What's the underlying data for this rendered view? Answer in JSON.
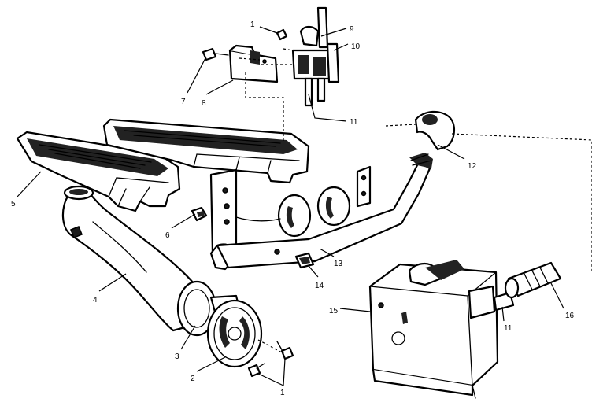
{
  "callouts": [
    {
      "key": "c1a",
      "text": "1"
    },
    {
      "key": "c7",
      "text": "7"
    },
    {
      "key": "c8",
      "text": "8"
    },
    {
      "key": "c9",
      "text": "9"
    },
    {
      "key": "c10",
      "text": "10"
    },
    {
      "key": "c11a",
      "text": "11"
    },
    {
      "key": "c12",
      "text": "12"
    },
    {
      "key": "c5",
      "text": "5"
    },
    {
      "key": "c6",
      "text": "6"
    },
    {
      "key": "c13",
      "text": "13"
    },
    {
      "key": "c14",
      "text": "14"
    },
    {
      "key": "c4",
      "text": "4"
    },
    {
      "key": "c15",
      "text": "15"
    },
    {
      "key": "c16",
      "text": "16"
    },
    {
      "key": "c11b",
      "text": "11"
    },
    {
      "key": "c3",
      "text": "3"
    },
    {
      "key": "c2",
      "text": "2"
    },
    {
      "key": "c1b",
      "text": "1"
    }
  ]
}
